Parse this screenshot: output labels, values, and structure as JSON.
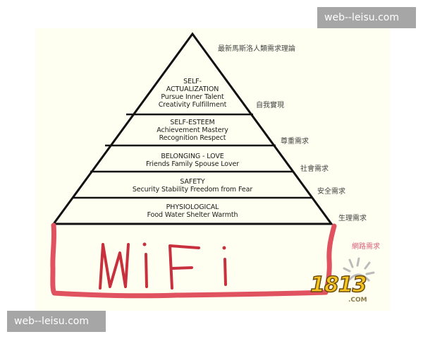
{
  "title_cn": "最新馬斯洛人類需求理論",
  "tiers": [
    {
      "name": "SELF-ACTUALIZATION",
      "lines": [
        "SELF-",
        "ACTUALIZATION",
        "Pursue Inner Talent",
        "Creativity  Fulfillment"
      ],
      "label_cn": "自我實現"
    },
    {
      "name": "SELF-ESTEEM",
      "lines": [
        "SELF-ESTEEM",
        "Achievement Mastery",
        "Recognition  Respect"
      ],
      "label_cn": "尊重需求"
    },
    {
      "name": "BELONGING - LOVE",
      "lines": [
        "BELONGING - LOVE",
        "Friends  Family  Spouse  Lover"
      ],
      "label_cn": "社會需求"
    },
    {
      "name": "SAFETY",
      "lines": [
        "SAFETY",
        "Security  Stability  Freedom from Fear"
      ],
      "label_cn": "安全需求"
    },
    {
      "name": "PHYSIOLOGICAL",
      "lines": [
        "PHYSIOLOGICAL",
        "Food  Water  Shelter  Warmth"
      ],
      "label_cn": "生理需求"
    }
  ],
  "base": {
    "text": "WiFi",
    "label_cn": "網路需求",
    "color": "#d9404f"
  },
  "logo": {
    "text": "1813",
    "sub": ".COM"
  },
  "watermarks": {
    "top": "web--leisu.com",
    "bottom": "web--leisu.com"
  },
  "colors": {
    "background": "#fefff0",
    "lines": "#111111",
    "wifi_red": "#d9404f",
    "watermark_bg": "#a6a6a6"
  }
}
